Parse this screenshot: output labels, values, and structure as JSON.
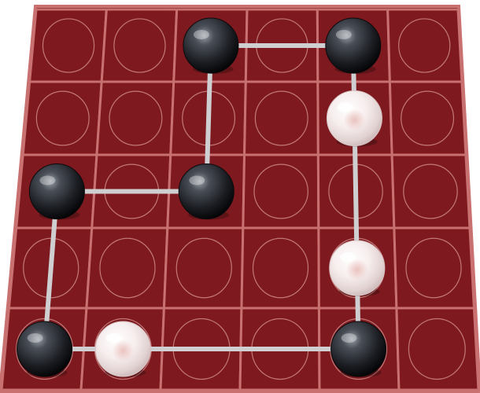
{
  "board": {
    "columns": 6,
    "rows": 5,
    "colors": {
      "felt": "#7e1a1f",
      "felt_dark": "#5e1015",
      "grid_line": "#c97070",
      "ring": "#cf8a88",
      "link": "#cfcfd2"
    }
  },
  "pieces": [
    {
      "row": 0,
      "col": 2,
      "color": "black"
    },
    {
      "row": 0,
      "col": 4,
      "color": "black"
    },
    {
      "row": 1,
      "col": 4,
      "color": "white"
    },
    {
      "row": 2,
      "col": 0,
      "color": "black"
    },
    {
      "row": 2,
      "col": 2,
      "color": "black"
    },
    {
      "row": 3,
      "col": 4,
      "color": "white"
    },
    {
      "row": 4,
      "col": 0,
      "color": "black"
    },
    {
      "row": 4,
      "col": 1,
      "color": "white"
    },
    {
      "row": 4,
      "col": 4,
      "color": "black"
    }
  ],
  "links": [
    {
      "from": [
        0,
        2
      ],
      "to": [
        0,
        4
      ]
    },
    {
      "from": [
        0,
        2
      ],
      "to": [
        2,
        2
      ]
    },
    {
      "from": [
        0,
        4
      ],
      "to": [
        1,
        4
      ]
    },
    {
      "from": [
        1,
        4
      ],
      "to": [
        3,
        4
      ]
    },
    {
      "from": [
        3,
        4
      ],
      "to": [
        4,
        4
      ]
    },
    {
      "from": [
        2,
        0
      ],
      "to": [
        2,
        2
      ]
    },
    {
      "from": [
        2,
        0
      ],
      "to": [
        4,
        0
      ]
    },
    {
      "from": [
        4,
        0
      ],
      "to": [
        4,
        1
      ]
    },
    {
      "from": [
        4,
        1
      ],
      "to": [
        4,
        4
      ]
    }
  ]
}
